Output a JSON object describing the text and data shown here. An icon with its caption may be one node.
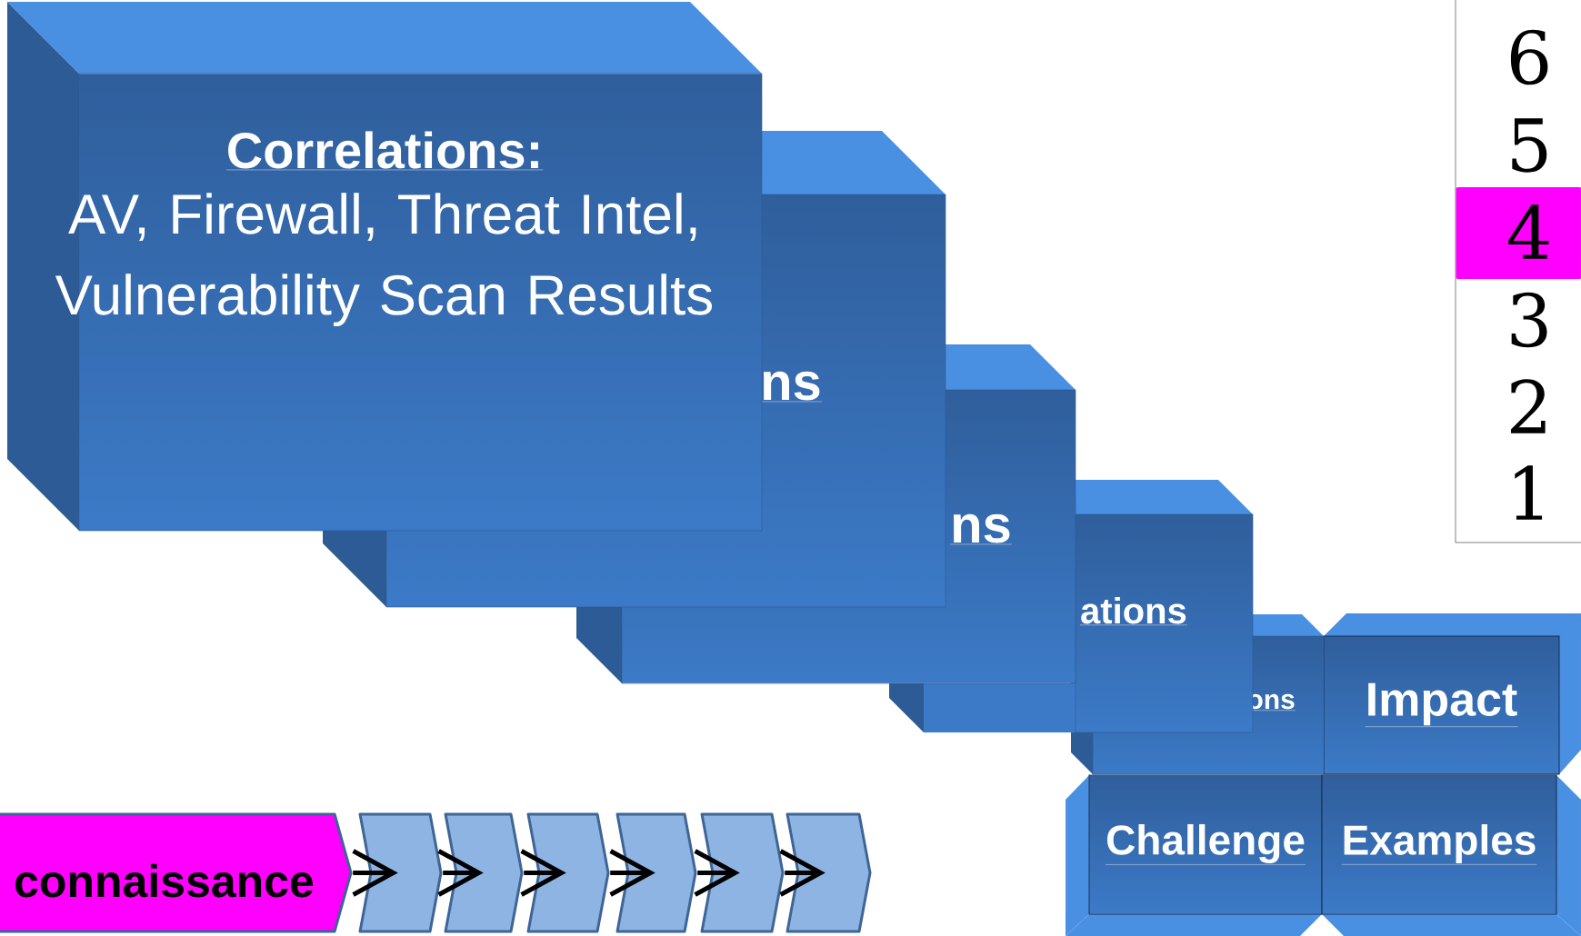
{
  "diagram": {
    "nodes": [
      {
        "text": [
          "Correlations:",
          "AV, Firewall, Threat Intel, Vulnerability Scan Results"
        ]
      },
      {
        "text": [
          "ns"
        ]
      },
      {
        "text": [
          "ns"
        ]
      },
      {
        "text": [
          "ations"
        ]
      },
      {
        "text": [
          "ons"
        ]
      },
      {
        "text": [
          "Impact"
        ]
      },
      {
        "text": [
          "Challenge"
        ]
      },
      {
        "text": [
          "Examples"
        ]
      },
      {
        "text": [
          "connaissance"
        ]
      },
      {
        "text": [],
        "shape": "chevron"
      },
      {
        "text": [],
        "shape": "chevron"
      },
      {
        "text": [],
        "shape": "chevron"
      },
      {
        "text": [],
        "shape": "chevron"
      },
      {
        "text": [],
        "shape": "chevron"
      },
      {
        "text": [],
        "shape": "chevron"
      },
      {
        "text": [
          "4"
        ]
      }
    ],
    "edges": [
      {
        "from": 8,
        "to": 9,
        "arrow": "to"
      },
      {
        "from": 9,
        "to": 10,
        "arrow": "to"
      },
      {
        "from": 10,
        "to": 11,
        "arrow": "to"
      },
      {
        "from": 11,
        "to": 12,
        "arrow": "to"
      },
      {
        "from": 12,
        "to": 13,
        "arrow": "to"
      },
      {
        "from": 13,
        "to": 14,
        "arrow": "to"
      }
    ],
    "labels": [
      "6",
      "5",
      "3",
      "2",
      "1"
    ]
  }
}
